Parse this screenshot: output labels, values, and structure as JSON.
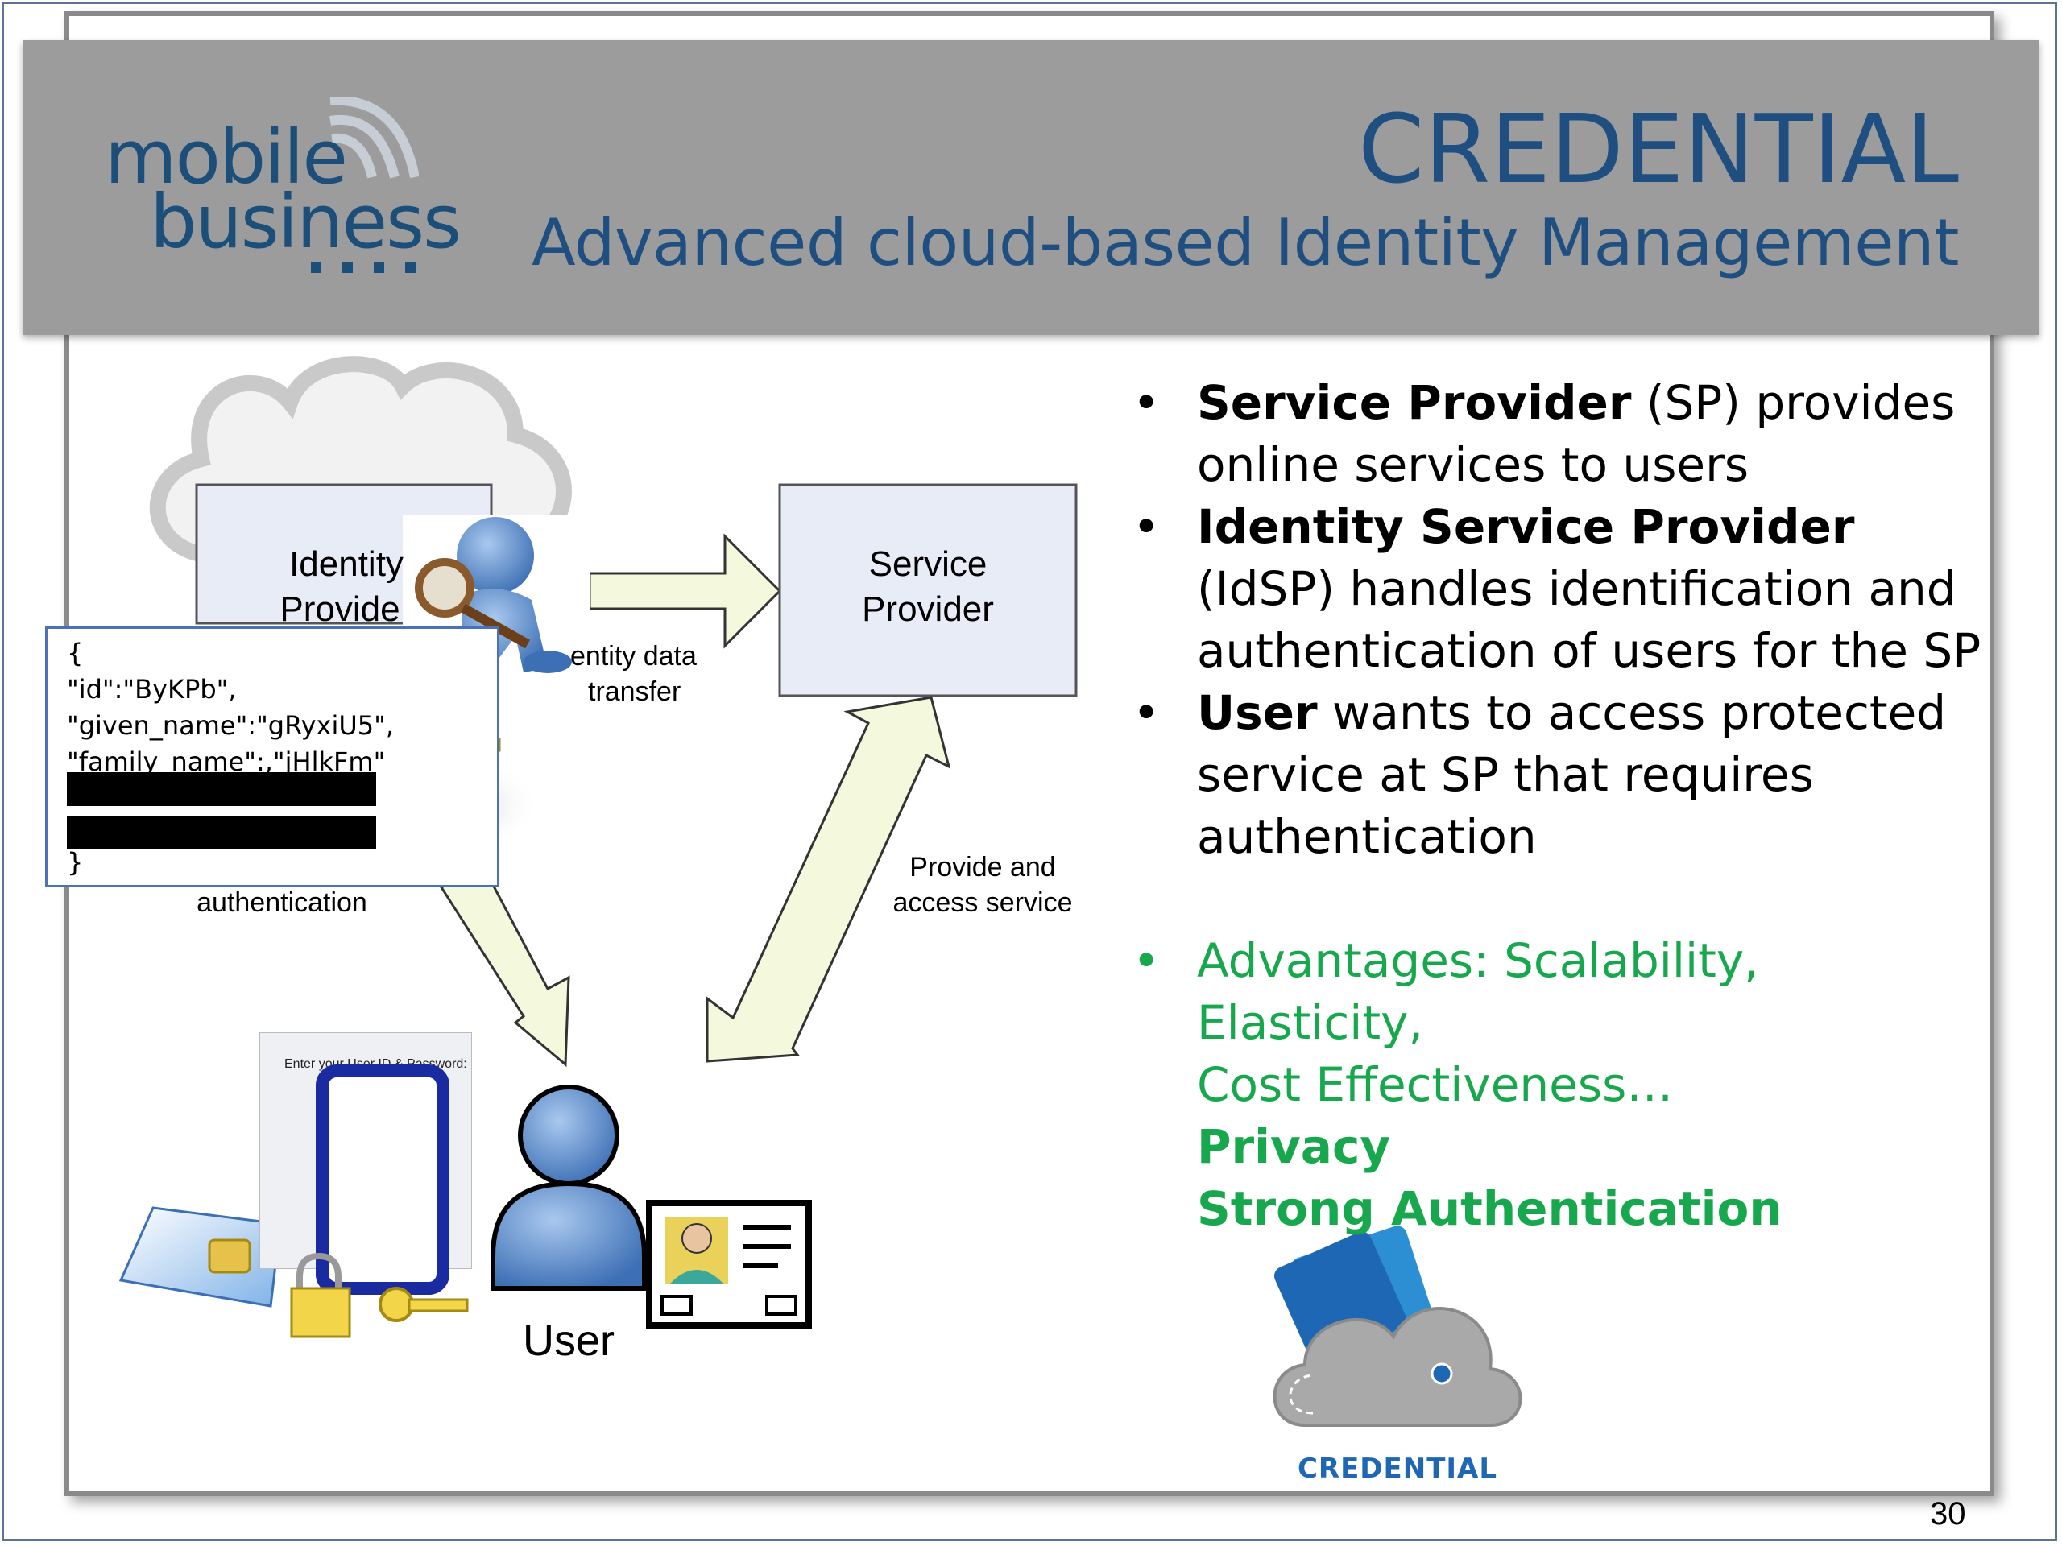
{
  "header": {
    "logo_line1": "mobile",
    "logo_line2": "business",
    "title": "CREDENTIAL",
    "subtitle": "Advanced cloud-based Identity Management"
  },
  "diagram": {
    "idp_label_line1": "Identity",
    "idp_label_line2": "Provide",
    "sp_label_line1": "Service",
    "sp_label_line2": "Provider",
    "transfer_label_line1": "entity data",
    "transfer_label_line2": "transfer",
    "auth_label": "authentication",
    "provide_label_line1": "Provide and",
    "provide_label_line2": "access service",
    "user_label": "User",
    "login_title": "Enter your User ID & Password:",
    "json_lines": [
      "{",
      "\"id\":\"ByKPb\",",
      "\"given_name\":\"gRyxiU5\",",
      "\"family_name\":,\"jHlkFm\"",
      "}"
    ],
    "logo_caption": "CREDENTIAL"
  },
  "bullets": {
    "b1_bold": "Service Provider",
    "b1_line1_rest": " (SP) provides",
    "b1_line2": "online services to users",
    "b2_bold": "Identity Service Provider",
    "b2_line2": "(IdSP) handles identification and",
    "b2_line3": "authentication of users for the SP",
    "b3_bold": "User",
    "b3_line1_rest": " wants to access protected",
    "b3_line2": "service at SP that requires",
    "b3_line3": "authentication",
    "adv_line1": "Advantages: Scalability, Elasticity,",
    "adv_line2": "Cost Effectiveness…",
    "adv_privacy": "Privacy",
    "adv_strong": "Strong Authentication"
  },
  "page_number": "30",
  "colors": {
    "header_band": "#9c9c9c",
    "title_blue": "#1f4f81",
    "advantage_green": "#17a84d",
    "box_fill": "#e8ecf7",
    "arrow_fill": "#f4f8dc"
  }
}
